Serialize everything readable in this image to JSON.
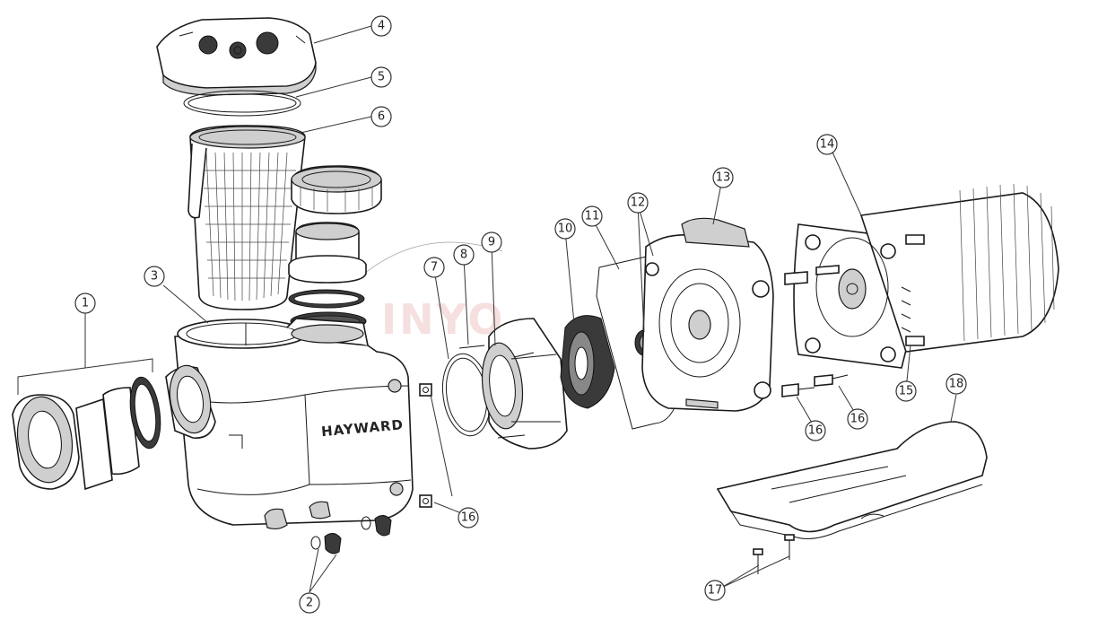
{
  "diagram": {
    "brand_label": "HAYWARD",
    "watermark": "INYO",
    "callouts": [
      "1",
      "2",
      "3",
      "4",
      "5",
      "6",
      "7",
      "8",
      "9",
      "10",
      "11",
      "12",
      "13",
      "14",
      "15",
      "16",
      "16",
      "16",
      "17",
      "18"
    ]
  }
}
